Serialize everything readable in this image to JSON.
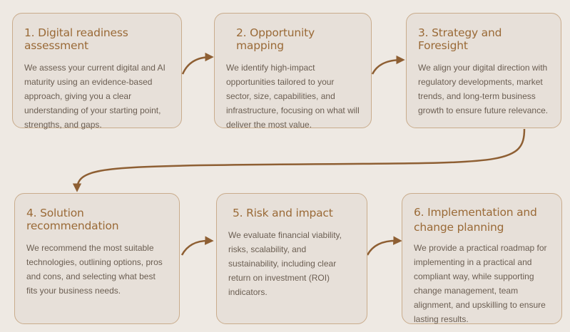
{
  "steps": [
    {
      "title": "1. Digital readiness assessment",
      "body": "We assess your current digital and AI maturity using an evidence-based approach, giving you a clear understanding of your starting point, strengths, and gaps."
    },
    {
      "title": "2. Opportunity mapping",
      "body": "We identify high-impact opportunities tailored to your sector, size, capabilities, and infrastructure, focusing on what will deliver the most value."
    },
    {
      "title": "3. Strategy and Foresight",
      "body": "We align your digital direction with regulatory developments, market trends, and long-term business growth to ensure future relevance."
    },
    {
      "title": "4. Solution recommendation",
      "body": "We recommend the most suitable technologies, outlining options, pros and cons, and selecting what best fits your business needs."
    },
    {
      "title": "5. Risk and impact",
      "body": "We evaluate financial viability, risks, scalability, and sustainability, including clear return on investment (ROI) indicators."
    },
    {
      "title": "6. Implementation and\n    change planning",
      "body": "We provide a practical roadmap for implementing in a practical and compliant way, while supporting change management, team alignment, and upskilling to ensure lasting results."
    }
  ],
  "colors": {
    "accent": "#9A6A37",
    "border": "#C9AC8C",
    "background": "#EEE9E3",
    "card": "#E7E0D9",
    "text": "#6B5E52"
  }
}
